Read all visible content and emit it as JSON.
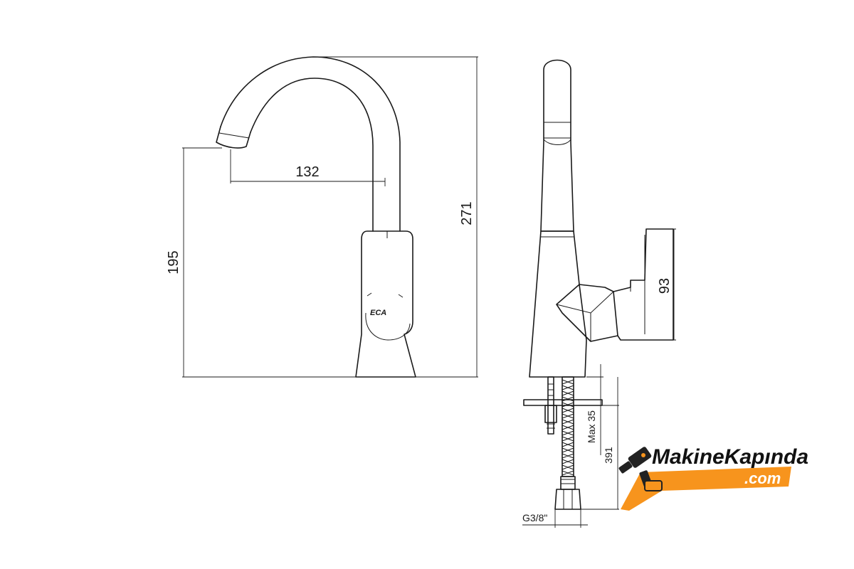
{
  "dimensions": {
    "spout_reach": "132",
    "spout_height": "195",
    "total_height": "271",
    "lever_height": "93",
    "max_thickness": "Max 35",
    "hose_length": "391",
    "connection": "G3/8\""
  },
  "watermark": {
    "brand": "MakineKapında",
    "domain": ".com",
    "accent_color": "#f7941d",
    "icon": "drill-icon"
  },
  "colors": {
    "line": "#1a1a1a",
    "background": "#ffffff"
  }
}
